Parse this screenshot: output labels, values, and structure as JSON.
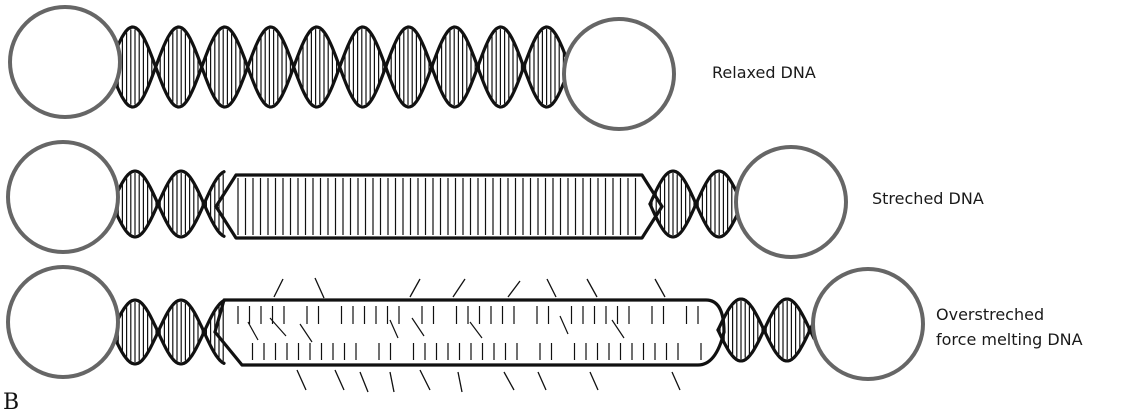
{
  "labels": {
    "relaxed": "Relaxed DNA",
    "stretched": "Streched DNA",
    "overstretched_line1": "Overstreched",
    "overstretched_line2": "force melting DNA",
    "panel": "B"
  },
  "colors": {
    "strand": "#111111",
    "bead_outline": "#666666",
    "background": "#ffffff"
  }
}
